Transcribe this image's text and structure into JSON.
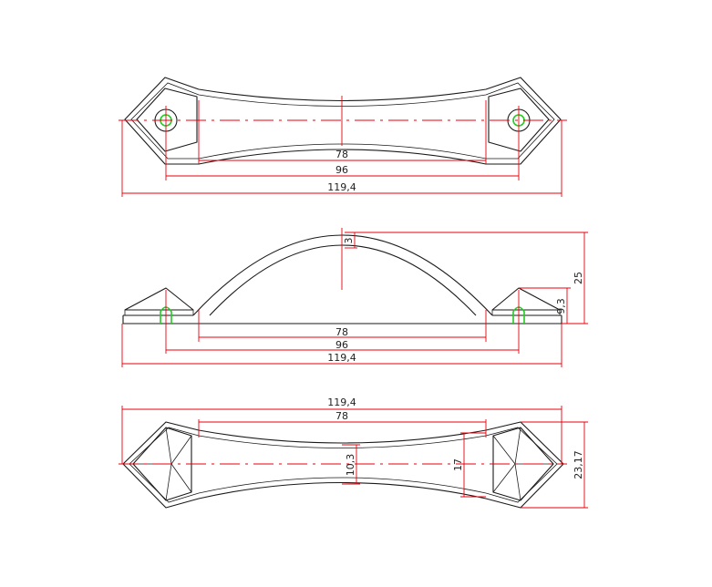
{
  "colors": {
    "object": "#1a1a1a",
    "dimension": "#e8000b",
    "hole": "#22cc22",
    "background": "#ffffff"
  },
  "top_view": {
    "dim_inner": "78",
    "dim_mid": "96",
    "dim_overall": "119,4"
  },
  "side_view": {
    "dim_thickness": "3",
    "dim_height": "25",
    "dim_foot": "9,3",
    "dim_inner": "78",
    "dim_mid": "96",
    "dim_overall": "119,4"
  },
  "bottom_view": {
    "dim_overall": "119,4",
    "dim_inner": "78",
    "dim_waist": "10,3",
    "dim_neck": "17",
    "dim_width": "23,17"
  }
}
